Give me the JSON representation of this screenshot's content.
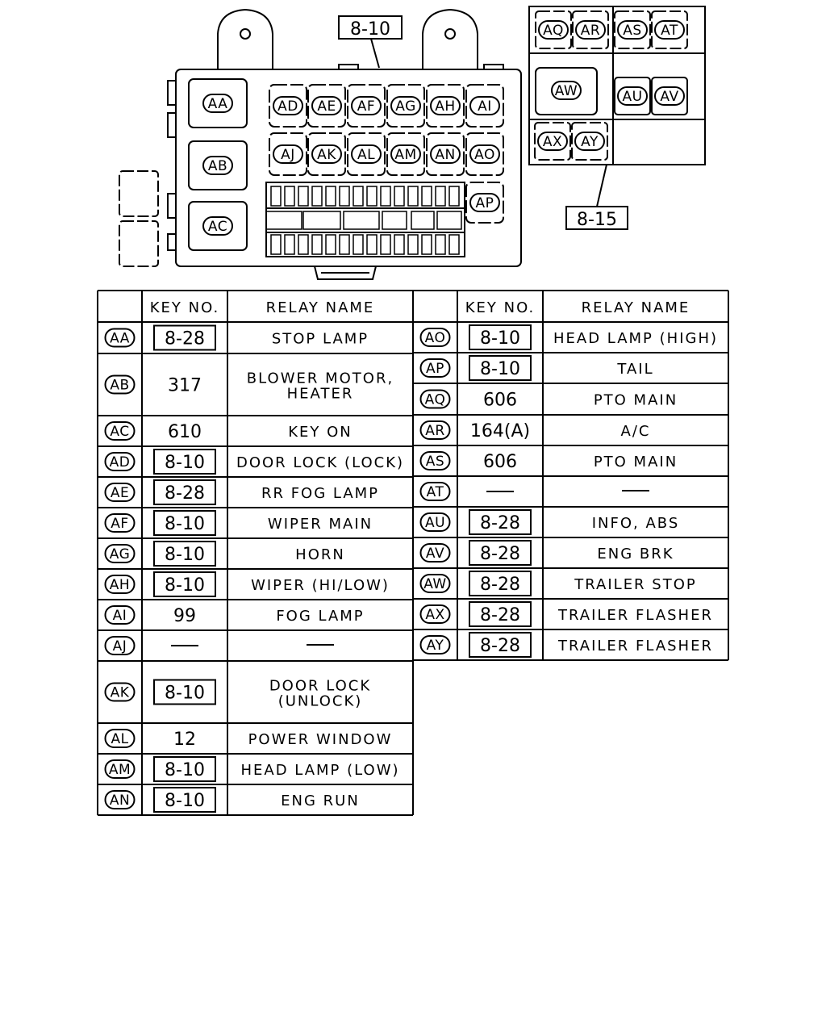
{
  "callouts": {
    "main_box": "8-10",
    "sub_box": "8-15"
  },
  "relay_positions": {
    "left_column": [
      "AA",
      "AB",
      "AC"
    ],
    "top_row": [
      "AD",
      "AE",
      "AF",
      "AG",
      "AH",
      "AI"
    ],
    "second_row": [
      "AJ",
      "AK",
      "AL",
      "AM",
      "AN",
      "AO"
    ],
    "side": "AP",
    "sub_box": {
      "top": [
        "AQ",
        "AR",
        "AS",
        "AT"
      ],
      "middle_big": "AW",
      "middle_pair": [
        "AU",
        "AV"
      ],
      "bottom": [
        "AX",
        "AY"
      ]
    }
  },
  "table": {
    "headers": {
      "key_no": "KEY  NO.",
      "relay_name": "RELAY  NAME"
    },
    "left": [
      {
        "id": "AA",
        "key": "8-28",
        "boxed": true,
        "name": [
          "STOP  LAMP"
        ]
      },
      {
        "id": "AB",
        "key": "317",
        "boxed": false,
        "name": [
          "BLOWER  MOTOR,",
          "HEATER"
        ]
      },
      {
        "id": "AC",
        "key": "610",
        "boxed": false,
        "name": [
          "KEY  ON"
        ]
      },
      {
        "id": "AD",
        "key": "8-10",
        "boxed": true,
        "name": [
          "DOOR  LOCK (LOCK)"
        ]
      },
      {
        "id": "AE",
        "key": "8-28",
        "boxed": true,
        "name": [
          "RR  FOG  LAMP"
        ]
      },
      {
        "id": "AF",
        "key": "8-10",
        "boxed": true,
        "name": [
          "WIPER  MAIN"
        ]
      },
      {
        "id": "AG",
        "key": "8-10",
        "boxed": true,
        "name": [
          "HORN"
        ]
      },
      {
        "id": "AH",
        "key": "8-10",
        "boxed": true,
        "name": [
          "WIPER (HI/LOW)"
        ]
      },
      {
        "id": "AI",
        "key": "99",
        "boxed": false,
        "name": [
          "FOG  LAMP"
        ]
      },
      {
        "id": "AJ",
        "key": "—",
        "boxed": false,
        "name": [
          "—"
        ]
      },
      {
        "id": "AK",
        "key": "8-10",
        "boxed": true,
        "name": [
          "DOOR  LOCK",
          "(UNLOCK)"
        ]
      },
      {
        "id": "AL",
        "key": "12",
        "boxed": false,
        "name": [
          "POWER  WINDOW"
        ]
      },
      {
        "id": "AM",
        "key": "8-10",
        "boxed": true,
        "name": [
          "HEAD  LAMP (LOW)"
        ]
      },
      {
        "id": "AN",
        "key": "8-10",
        "boxed": true,
        "name": [
          "ENG  RUN"
        ]
      }
    ],
    "right": [
      {
        "id": "AO",
        "key": "8-10",
        "boxed": true,
        "name": [
          "HEAD  LAMP (HIGH)"
        ]
      },
      {
        "id": "AP",
        "key": "8-10",
        "boxed": true,
        "name": [
          "TAIL"
        ]
      },
      {
        "id": "AQ",
        "key": "606",
        "boxed": false,
        "name": [
          "PTO  MAIN"
        ]
      },
      {
        "id": "AR",
        "key": "164(A)",
        "boxed": false,
        "name": [
          "A/C"
        ]
      },
      {
        "id": "AS",
        "key": "606",
        "boxed": false,
        "name": [
          "PTO  MAIN"
        ]
      },
      {
        "id": "AT",
        "key": "—",
        "boxed": false,
        "name": [
          "—"
        ]
      },
      {
        "id": "AU",
        "key": "8-28",
        "boxed": true,
        "name": [
          "INFO, ABS"
        ]
      },
      {
        "id": "AV",
        "key": "8-28",
        "boxed": true,
        "name": [
          "ENG  BRK"
        ]
      },
      {
        "id": "AW",
        "key": "8-28",
        "boxed": true,
        "name": [
          "TRAILER  STOP"
        ]
      },
      {
        "id": "AX",
        "key": "8-28",
        "boxed": true,
        "name": [
          "TRAILER  FLASHER"
        ]
      },
      {
        "id": "AY",
        "key": "8-28",
        "boxed": true,
        "name": [
          "TRAILER  FLASHER"
        ]
      }
    ]
  }
}
